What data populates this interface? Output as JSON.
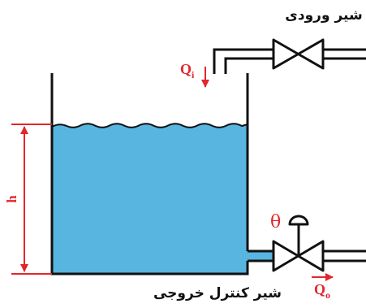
{
  "labels": {
    "inlet_valve": "شیر ورودی",
    "outlet_control_valve": "شیر کنترل خروجی",
    "inflow_symbol": "Q",
    "inflow_subscript": "i",
    "outflow_symbol": "Q",
    "outflow_subscript": "o",
    "level_symbol": "h",
    "valve_opening_symbol": "θ"
  },
  "colors": {
    "water": "#57b5e0",
    "outline": "#111111",
    "annotation": "#e3262c",
    "background": "#ffffff"
  }
}
